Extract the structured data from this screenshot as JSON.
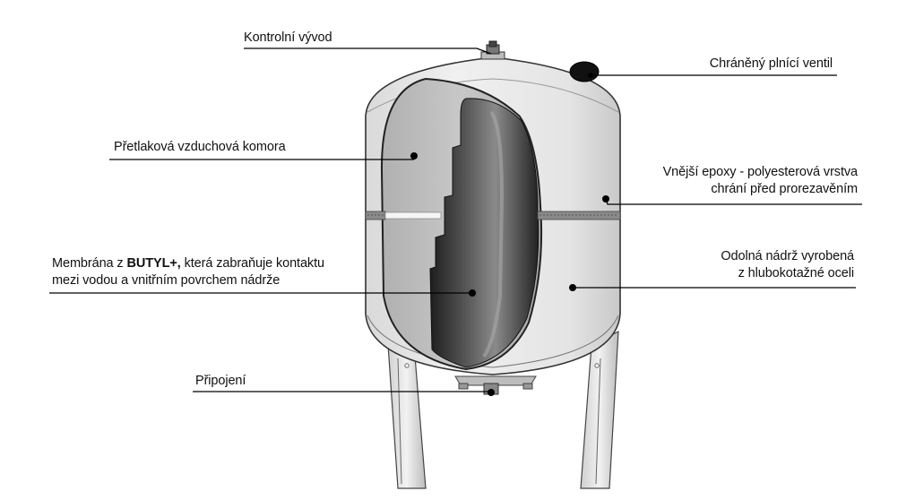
{
  "labels": {
    "top_outlet": "Kontrolní vývod",
    "fill_valve": "Chráněný plnící ventil",
    "air_chamber": "Přetlaková vzduchová komora",
    "coating": [
      "Vnější epoxy - polyesterová vrstva",
      "chrání před prorezavěním"
    ],
    "membrane": {
      "line1_before": "Membrána z ",
      "line1_bold": "BUTYL+,",
      "line1_after": " která zabraňuje kontaktu",
      "line2": "mezi vodou a vnitřním povrchem nádrže"
    },
    "tank": [
      "Odolná nádrž vyrobená",
      "z hlubokotažné oceli"
    ],
    "connection": "Připojení"
  },
  "colors": {
    "tank_body": "#e6e6e6",
    "tank_outline": "#333333",
    "membrane_dark": "#2f2f2f",
    "leader_line": "#000000"
  }
}
